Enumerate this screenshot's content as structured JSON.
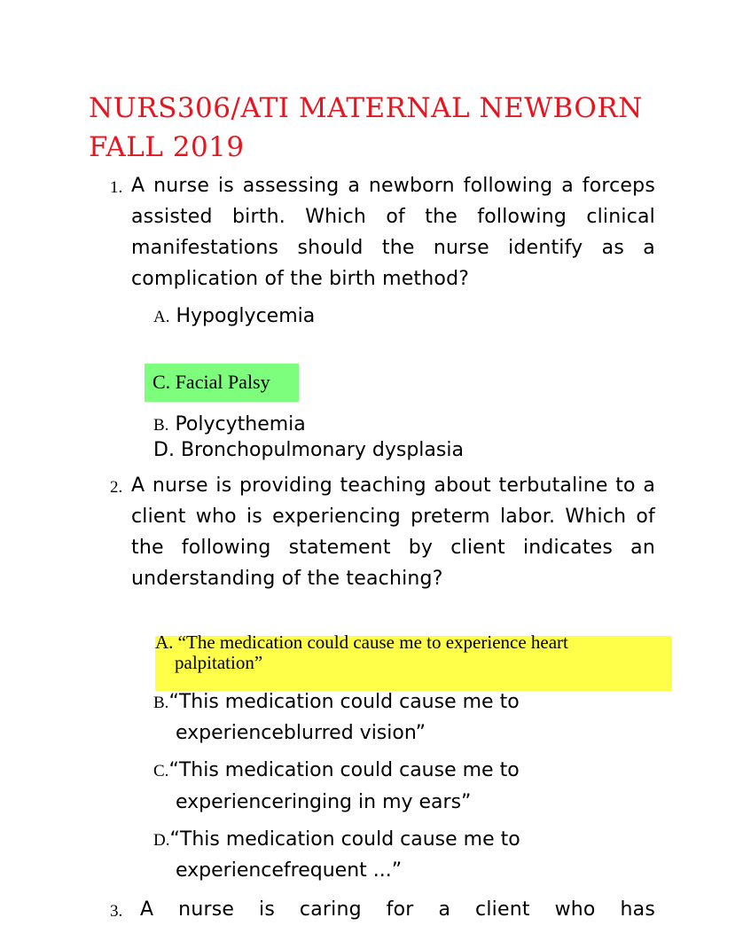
{
  "document": {
    "title": "NURS306/ATI MATERNAL NEWBORN FALL 2019",
    "title_color": "#e8141e"
  },
  "questions": [
    {
      "number": "1.",
      "text": "A nurse is assessing a newborn following a forceps assisted birth. Which of the following clinical manifestations should the nurse identify as a complication of the birth method?",
      "options": [
        {
          "letter": "A.",
          "text": "Hypoglycemia"
        },
        {
          "letter": "C.",
          "text": "Facial Palsy",
          "highlight": "#7dff7d"
        },
        {
          "letter": "B.",
          "text": "Polycythemia"
        },
        {
          "letter": "D.",
          "text": "Bronchopulmonary dysplasia"
        }
      ]
    },
    {
      "number": "2.",
      "text": "A nurse is providing teaching about terbutaline to a client who is experiencing preterm labor. Which of the following statement by client indicates an understanding of the teaching?",
      "options": [
        {
          "letter": "A.",
          "text_line1": "“The medication could cause me to experience heart",
          "text_line2": "palpitation”",
          "highlight": "#ffff4a"
        },
        {
          "letter": "B.",
          "text_line1": "“This medication could cause me to",
          "text_line2": "experienceblurred vision”"
        },
        {
          "letter": "C.",
          "text_line1": "“This medication could cause me to",
          "text_line2": "experienceringing in my ears”"
        },
        {
          "letter": "D.",
          "text_line1": "“This medication could cause me to",
          "text_line2": "experiencefrequent ...”"
        }
      ]
    },
    {
      "number": "3.",
      "text": "A nurse is caring for a client who has"
    }
  ]
}
